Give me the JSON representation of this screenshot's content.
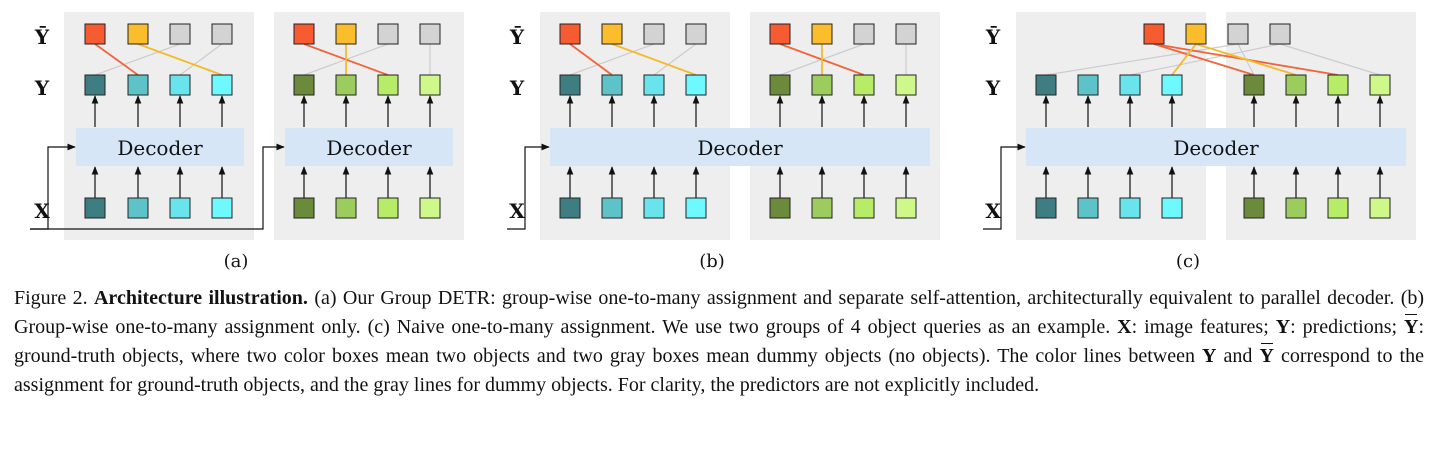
{
  "colors": {
    "panel_bg": "#eeeeee",
    "decoder_bg": "#d6e6f6",
    "gt_red": "#f75b32",
    "gt_orange": "#fbbd2b",
    "dummy_gray": "#d3d3d3",
    "group1": [
      "#3e7d82",
      "#5ec3c9",
      "#6ae4ec",
      "#6ef8ff"
    ],
    "group2": [
      "#6c8a3c",
      "#9ccc5e",
      "#b6ec68",
      "#cef88a"
    ],
    "line_red": "#f2653a",
    "line_orange": "#f5ba2a",
    "line_gray": "#cccccc"
  },
  "figure": {
    "row_labels": {
      "ybar": "Ȳ",
      "y": "Y",
      "x": "X"
    },
    "decoder_label": "Decoder",
    "subfigure_labels": [
      "(a)",
      "(b)",
      "(c)"
    ]
  },
  "caption": {
    "figure_num": "Figure 2.",
    "title": "Architecture illustration.",
    "s1": "(a) Our Group DETR: group-wise one-to-many assignment and separate self-attention, architecturally equivalent to parallel decoder. (b) Group-wise one-to-many assignment only. (c) Naive one-to-many assignment. We use two groups of 4 object queries as an example.",
    "x_sym": "X",
    "x_desc": ": image features;",
    "y_sym": "Y",
    "y_desc": ": predictions;",
    "ybar_sym": "Y",
    "ybar_desc": ": ground-truth objects, where two color boxes mean two objects and two gray boxes mean dummy objects (no objects). The color lines between",
    "y_sym2": "Y",
    "and_word": "and",
    "ybar_sym2": "Y",
    "rest": "correspond to the assignment for ground-truth objects, and the gray lines for dummy objects. For clarity, the predictors are not explicitly included."
  }
}
